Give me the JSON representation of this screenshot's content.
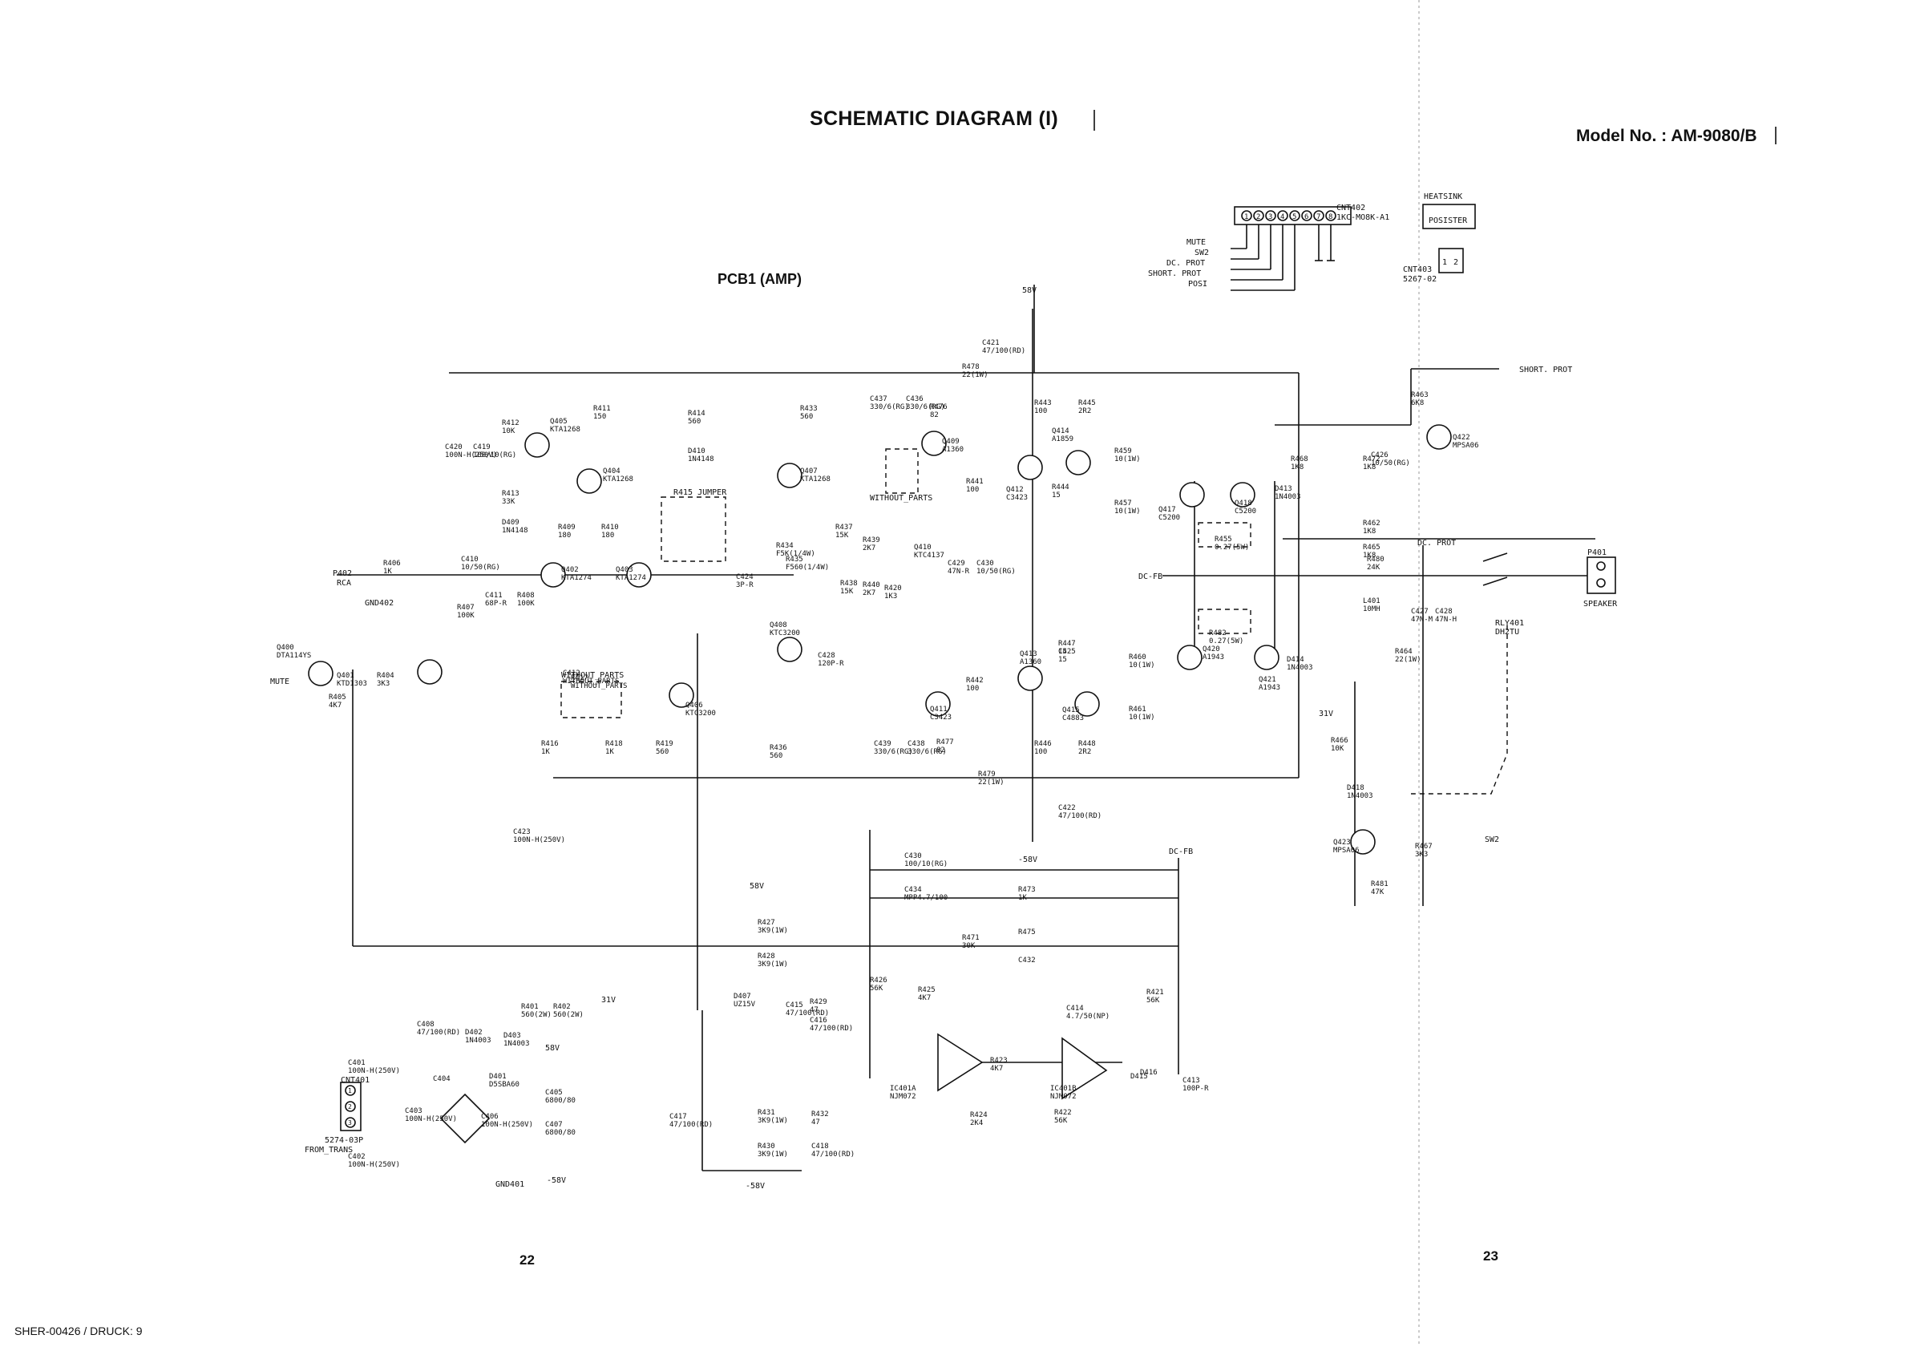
{
  "header": {
    "title": "SCHEMATIC DIAGRAM (I)",
    "model": "Model No. : AM-9080/B",
    "board": "PCB1 (AMP)"
  },
  "page_numbers": {
    "left": "22",
    "right": "23"
  },
  "footer": "SHER-00426 / DRUCK: 9",
  "connectors": {
    "cnt402": {
      "ref": "CNT402",
      "part": "1KC-MO8K-A1",
      "pins": [
        "1",
        "2",
        "3",
        "4",
        "5",
        "6",
        "7",
        "8"
      ],
      "signals": [
        "MUTE",
        "SW2",
        "DC. PROT",
        "SHORT. PROT",
        "POSI"
      ]
    },
    "heatsink": {
      "label": "HEATSINK",
      "part": "POSISTER",
      "ref": "CNT403",
      "code": "5267-02",
      "pins": [
        "1",
        "2"
      ]
    },
    "p401": {
      "ref": "P401",
      "label": "SPEAKER"
    },
    "p402": {
      "ref": "P402",
      "label": "RCA",
      "gnd": "GND402"
    },
    "cnt401": {
      "ref": "CNT401",
      "code": "5274-03P",
      "label": "FROM_TRANS",
      "pins": [
        "1",
        "2",
        "3"
      ],
      "gnd": "GND401"
    }
  },
  "rails": {
    "pos": "58V",
    "neg": "-58V",
    "aux": "31V",
    "dcfb": "DC-FB",
    "shortprot": "SHORT. PROT",
    "dcprot": "DC. PROT",
    "mute": "MUTE",
    "sw2": "SW2"
  },
  "misc": {
    "jumper": "R415 JUMPER",
    "without_parts": "WITHOUT_PARTS",
    "relay": "RLY401",
    "relay_part": "DH2TU"
  },
  "parts": [
    {
      "ref": "R411",
      "val": "150"
    },
    {
      "ref": "R412",
      "val": "10K"
    },
    {
      "ref": "Q405",
      "val": "KTA1268"
    },
    {
      "ref": "Q404",
      "val": "KTA1268"
    },
    {
      "ref": "C420",
      "val": "100N-H(250V)"
    },
    {
      "ref": "C419",
      "val": "100/10(RG)"
    },
    {
      "ref": "R413",
      "val": "33K"
    },
    {
      "ref": "D409",
      "val": "1N4148"
    },
    {
      "ref": "R409",
      "val": "180"
    },
    {
      "ref": "R410",
      "val": "180"
    },
    {
      "ref": "Q402",
      "val": "KTA1274"
    },
    {
      "ref": "Q403",
      "val": "KTA1274"
    },
    {
      "ref": "R406",
      "val": "1K"
    },
    {
      "ref": "C410",
      "val": "10/50(RG)"
    },
    {
      "ref": "R407",
      "val": "100K"
    },
    {
      "ref": "C411",
      "val": "68P-R"
    },
    {
      "ref": "R408",
      "val": "100K"
    },
    {
      "ref": "Q400",
      "val": "DTA114YS"
    },
    {
      "ref": "R404",
      "val": "3K3"
    },
    {
      "ref": "R405",
      "val": "4K7"
    },
    {
      "ref": "Q401",
      "val": "KTD1303"
    },
    {
      "ref": "R414",
      "val": "560"
    },
    {
      "ref": "D410",
      "val": "1N4148"
    },
    {
      "ref": "R433",
      "val": "560"
    },
    {
      "ref": "Q407",
      "val": "KTA1268"
    },
    {
      "ref": "C437",
      "val": "330/6(RG)"
    },
    {
      "ref": "C436",
      "val": "330/6(RG)"
    },
    {
      "ref": "R476",
      "val": "82"
    },
    {
      "ref": "Q409",
      "val": "A1360"
    },
    {
      "ref": "R478",
      "val": "22(1W)"
    },
    {
      "ref": "C421",
      "val": "47/100(RD)"
    },
    {
      "ref": "R443",
      "val": "100"
    },
    {
      "ref": "R445",
      "val": "2R2"
    },
    {
      "ref": "Q414",
      "val": "A1859"
    },
    {
      "ref": "R441",
      "val": "100"
    },
    {
      "ref": "Q412",
      "val": "C3423"
    },
    {
      "ref": "R444",
      "val": "15"
    },
    {
      "ref": "R459",
      "val": "10(1W)"
    },
    {
      "ref": "R457",
      "val": "10(1W)"
    },
    {
      "ref": "Q417",
      "val": "C5200"
    },
    {
      "ref": "Q418",
      "val": "C5200"
    },
    {
      "ref": "D413",
      "val": "1N4003"
    },
    {
      "ref": "R468",
      "val": "1K8"
    },
    {
      "ref": "R472",
      "val": "1K8"
    },
    {
      "ref": "C426",
      "val": "10/50(RG)"
    },
    {
      "ref": "R463",
      "val": "6K8"
    },
    {
      "ref": "Q422",
      "val": "MPSA06"
    },
    {
      "ref": "R462",
      "val": "1K8"
    },
    {
      "ref": "R455",
      "val": "0.27(5W)"
    },
    {
      "ref": "R465",
      "val": "1K8"
    },
    {
      "ref": "R480",
      "val": "24K"
    },
    {
      "ref": "L401",
      "val": "10MH"
    },
    {
      "ref": "C427",
      "val": "47N-M"
    },
    {
      "ref": "C428",
      "val": "47N-H"
    },
    {
      "ref": "R464",
      "val": "22(1W)"
    },
    {
      "ref": "R482",
      "val": "0.27(5W)"
    },
    {
      "ref": "C424",
      "val": "3P-R"
    },
    {
      "ref": "R434",
      "val": "F5K(1/4W)"
    },
    {
      "ref": "R435",
      "val": "F560(1/4W)"
    },
    {
      "ref": "R437",
      "val": "15K"
    },
    {
      "ref": "R439",
      "val": "2K7"
    },
    {
      "ref": "R438",
      "val": "15K"
    },
    {
      "ref": "R440",
      "val": "2K7"
    },
    {
      "ref": "R420",
      "val": "1K3"
    },
    {
      "ref": "Q410",
      "val": "KTC4137"
    },
    {
      "ref": "C429",
      "val": "47N-R"
    },
    {
      "ref": "C430",
      "val": "10/50(RG)"
    },
    {
      "ref": "Q408",
      "val": "KTC3200"
    },
    {
      "ref": "C428",
      "val": "120P-R"
    },
    {
      "ref": "C412",
      "val": "WITHOUT_PARTS"
    },
    {
      "ref": "R417",
      "val": "WITHOUT_PARTS"
    },
    {
      "ref": "Q406",
      "val": "KTC3200"
    },
    {
      "ref": "R416",
      "val": "1K"
    },
    {
      "ref": "R418",
      "val": "1K"
    },
    {
      "ref": "R419",
      "val": "560"
    },
    {
      "ref": "R436",
      "val": "560"
    },
    {
      "ref": "C439",
      "val": "330/6(RG)"
    },
    {
      "ref": "C438",
      "val": "330/6(RG)"
    },
    {
      "ref": "R477",
      "val": "82"
    },
    {
      "ref": "Q411",
      "val": "C3423"
    },
    {
      "ref": "R442",
      "val": "100"
    },
    {
      "ref": "Q413",
      "val": "A1360"
    },
    {
      "ref": "R447",
      "val": "15"
    },
    {
      "ref": "C425",
      "val": "15"
    },
    {
      "ref": "Q415",
      "val": "C4883"
    },
    {
      "ref": "R446",
      "val": "100"
    },
    {
      "ref": "R448",
      "val": "2R2"
    },
    {
      "ref": "R460",
      "val": "10(1W)"
    },
    {
      "ref": "R461",
      "val": "10(1W)"
    },
    {
      "ref": "Q420",
      "val": "A1943"
    },
    {
      "ref": "Q421",
      "val": "A1943"
    },
    {
      "ref": "D414",
      "val": "1N4003"
    },
    {
      "ref": "R479",
      "val": "22(1W)"
    },
    {
      "ref": "C422",
      "val": "47/100(RD)"
    },
    {
      "ref": "C423",
      "val": "100N-H(250V)"
    },
    {
      "ref": "R466",
      "val": "10K"
    },
    {
      "ref": "D418",
      "val": "1N4003"
    },
    {
      "ref": "Q423",
      "val": "MPSA06"
    },
    {
      "ref": "R481",
      "val": "47K"
    },
    {
      "ref": "R467",
      "val": "3K3"
    },
    {
      "ref": "C430",
      "val": "100/10(RG)"
    },
    {
      "ref": "R473",
      "val": "1K"
    },
    {
      "ref": "C434",
      "val": "MPP4.7/100"
    },
    {
      "ref": "R475",
      "val": ""
    },
    {
      "ref": "R471",
      "val": "30K"
    },
    {
      "ref": "C432",
      "val": ""
    },
    {
      "ref": "R426",
      "val": "56K"
    },
    {
      "ref": "R425",
      "val": "4K7"
    },
    {
      "ref": "R421",
      "val": "56K"
    },
    {
      "ref": "C414",
      "val": "4.7/50(NP)"
    },
    {
      "ref": "R423",
      "val": "4K7"
    },
    {
      "ref": "IC401A",
      "val": "NJM072"
    },
    {
      "ref": "IC401B",
      "val": "NJM072"
    },
    {
      "ref": "R424",
      "val": "2K4"
    },
    {
      "ref": "R422",
      "val": "56K"
    },
    {
      "ref": "C413",
      "val": "100P-R"
    },
    {
      "ref": "D416",
      "val": ""
    },
    {
      "ref": "D415",
      "val": ""
    },
    {
      "ref": "R427",
      "val": "3K9(1W)"
    },
    {
      "ref": "R428",
      "val": "3K9(1W)"
    },
    {
      "ref": "D407",
      "val": "UZ15V"
    },
    {
      "ref": "C416",
      "val": "47/100(RD)"
    },
    {
      "ref": "R429",
      "val": "47"
    },
    {
      "ref": "C415",
      "val": "47/100(RD)"
    },
    {
      "ref": "C417",
      "val": "47/100(RD)"
    },
    {
      "ref": "R431",
      "val": "3K9(1W)"
    },
    {
      "ref": "R432",
      "val": "47"
    },
    {
      "ref": "R430",
      "val": "3K9(1W)"
    },
    {
      "ref": "C418",
      "val": "47/100(RD)"
    },
    {
      "ref": "R401",
      "val": "560(2W)"
    },
    {
      "ref": "R402",
      "val": "560(2W)"
    },
    {
      "ref": "C408",
      "val": "47/100(RD)"
    },
    {
      "ref": "D402",
      "val": "1N4003"
    },
    {
      "ref": "D403",
      "val": "1N4003"
    },
    {
      "ref": "D401",
      "val": "D5SBA60"
    },
    {
      "ref": "C405",
      "val": "6800/80"
    },
    {
      "ref": "C407",
      "val": "6800/80"
    },
    {
      "ref": "C401",
      "val": "100N-H(250V)"
    },
    {
      "ref": "C402",
      "val": "100N-H(250V)"
    },
    {
      "ref": "C403",
      "val": "100N-H(250V)"
    },
    {
      "ref": "C404",
      "val": ""
    },
    {
      "ref": "C406",
      "val": "100N-H(250V)"
    }
  ]
}
